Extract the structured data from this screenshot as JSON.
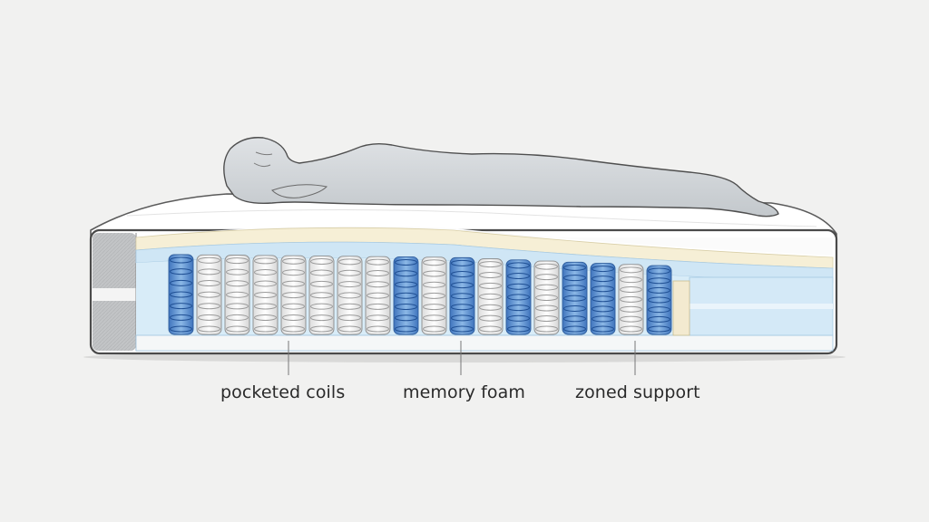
{
  "labels": {
    "pocketed_coils": "pocketed coils",
    "memory_foam": "memory foam",
    "zoned_support": "zoned support"
  },
  "colors": {
    "background": "#f1f1f0",
    "outline": "#4a4a4a",
    "coil_blue": "#5b8fd0",
    "coil_white": "#ffffff",
    "foam_blue": "#c9e2f3",
    "comfort_cream": "#f6efd6",
    "body_gray": "#d3d7da",
    "edge_gray": "#b9bcbf"
  }
}
